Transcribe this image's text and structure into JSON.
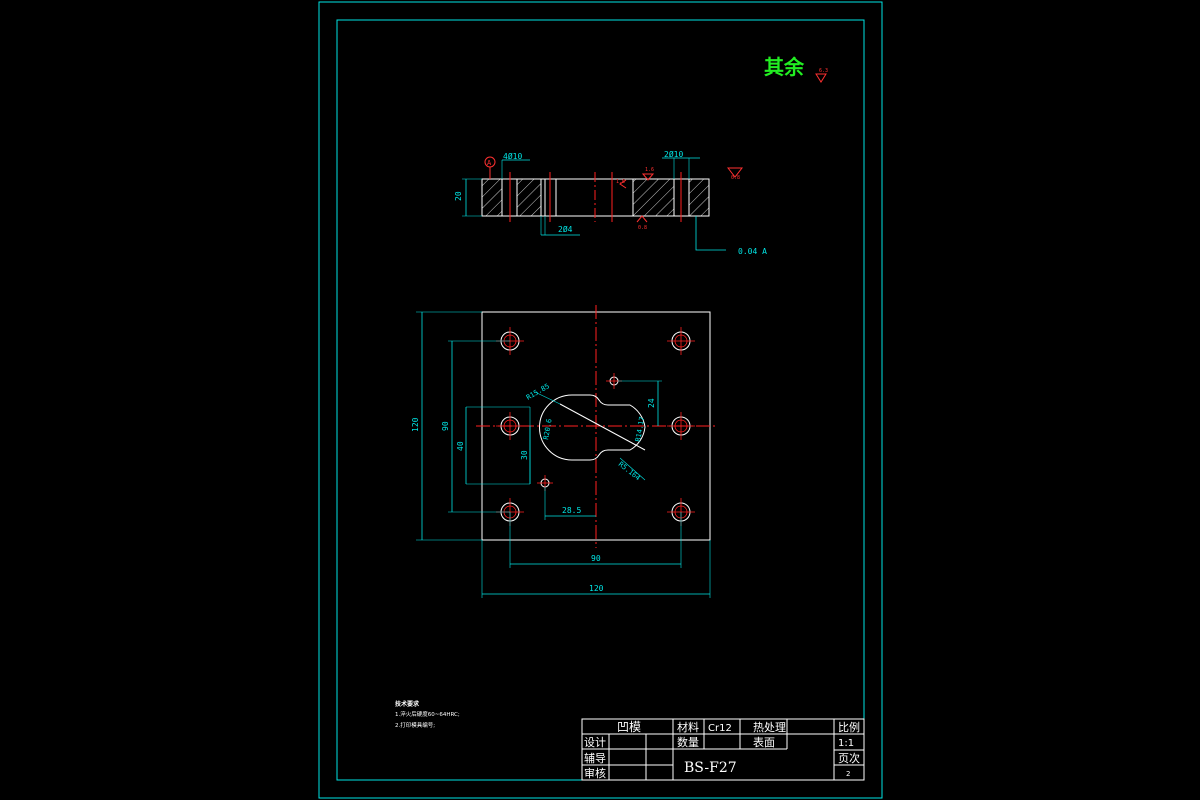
{
  "colors": {
    "background": "#000000",
    "frame": "#00e5e5",
    "part_outline": "#ffffff",
    "centerline": "#ff2020",
    "hatch": "#ffffff",
    "dimension": "#00e5e5",
    "roughness_symbol": "#ff3030",
    "general_roughness_text": "#22ee22",
    "notes_text": "#ffffff",
    "title_block_line": "#ffffff"
  },
  "general_roughness": {
    "label": "其余",
    "value": "6.3"
  },
  "side_view": {
    "datum": "A",
    "hole_callout_left": "4Ø10",
    "hole_callout_right": "2Ø10",
    "pin_hole_note": "2Ø4",
    "thickness": "20",
    "tolerance_note": "0.04 A",
    "roughness_top": "1.6",
    "roughness_right": "0.8",
    "roughness_left": "1.6",
    "roughness_bottom": "0.8"
  },
  "plan_view": {
    "width_dim": "120",
    "height_dim": "120",
    "hole_spacing_x": "90",
    "hole_spacing_y": "90",
    "inner_box_height": "40",
    "inner_box_width": "30",
    "offset_dim": "28.5",
    "small_dim_24": "24",
    "arc_dims": [
      "R15.85",
      "R20.6",
      "R14.17",
      "R5.164"
    ]
  },
  "notes": {
    "heading": "技术要求",
    "lines": [
      "1.淬火后硬度60~64HRC;",
      "2.打印模具编号;"
    ]
  },
  "title_block": {
    "part_name": "凹模",
    "material_label": "材料",
    "material": "Cr12",
    "heat_treatment_label": "热处理",
    "scale_label": "比例",
    "scale": "1:1",
    "design_label": "设计",
    "quantity_label": "数量",
    "surface_label": "表面",
    "guide_label": "辅导",
    "drawing_no": "BS-F27",
    "page_label": "页次",
    "page": "2",
    "review_label": "审核"
  }
}
